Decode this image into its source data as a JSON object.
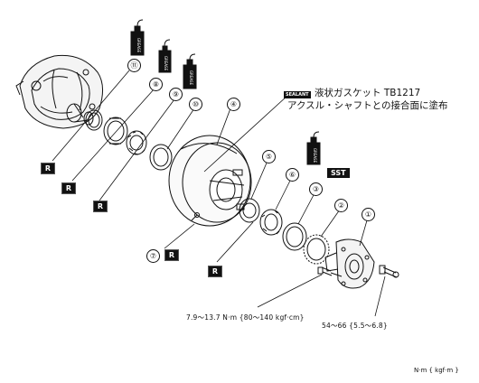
{
  "callouts": [
    {
      "id": "c1",
      "text": "①"
    },
    {
      "id": "c2",
      "text": "②"
    },
    {
      "id": "c3",
      "text": "③"
    },
    {
      "id": "c4",
      "text": "④"
    },
    {
      "id": "c5",
      "text": "⑤"
    },
    {
      "id": "c6",
      "text": "⑥"
    },
    {
      "id": "c7",
      "text": "⑦"
    },
    {
      "id": "c8",
      "text": "⑧"
    },
    {
      "id": "c9",
      "text": "⑨"
    },
    {
      "id": "c10",
      "text": "⑩"
    },
    {
      "id": "c11",
      "text": "⑪"
    }
  ],
  "badges": {
    "r": "R",
    "sst": "SST",
    "sealant": "SEALANT"
  },
  "note": {
    "line1": "液状ガスケット TB1217",
    "line2": "アクスル・シャフトとの接合面に塗布"
  },
  "torque": {
    "bolt_small": "7.9〜13.7 N·m {80〜140 kgf·cm}",
    "bolt_large": "54〜66 {5.5〜6.8}",
    "unit": "N·m { kgf·m }"
  },
  "can_label": "GREASE"
}
